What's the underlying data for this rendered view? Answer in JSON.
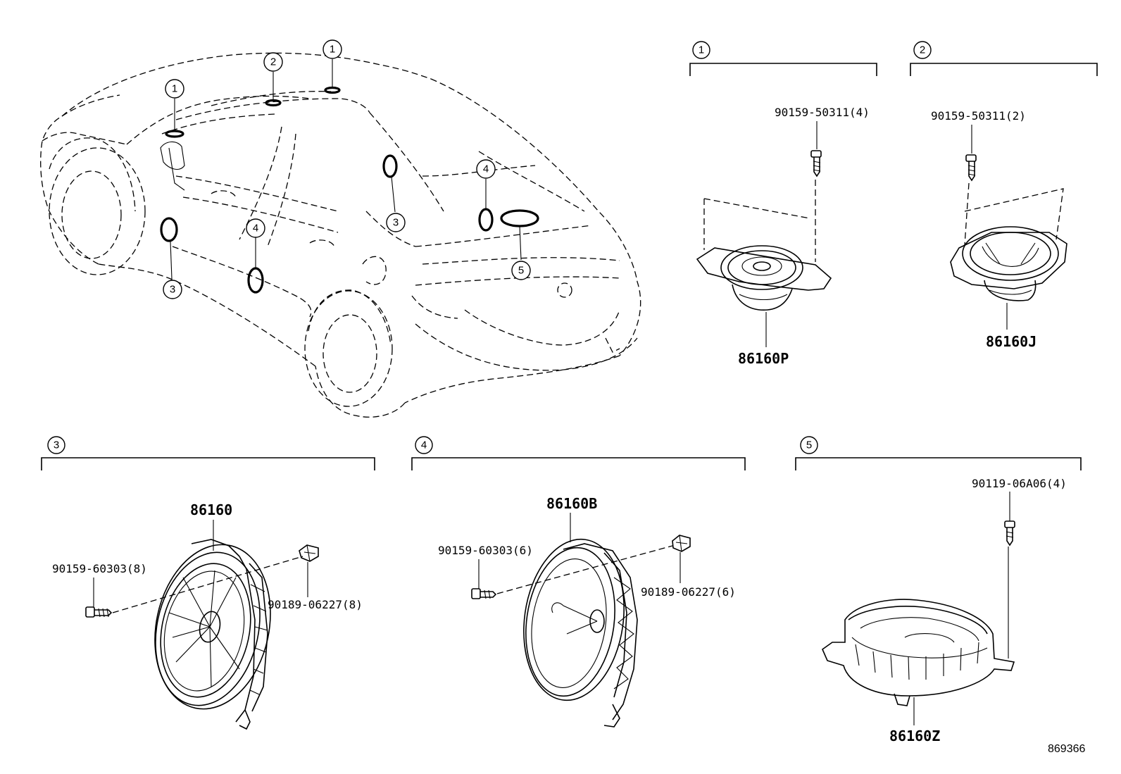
{
  "diagram_ref": "869366",
  "car_callouts": [
    "1",
    "2",
    "1",
    "3",
    "4",
    "3",
    "4",
    "5"
  ],
  "groups": [
    {
      "id": "1",
      "fastener": "90159-50311(4)",
      "part": "86160P"
    },
    {
      "id": "2",
      "fastener": "90159-50311(2)",
      "part": "86160J"
    },
    {
      "id": "3",
      "screw": "90159-60303(8)",
      "clip": "90189-06227(8)",
      "part": "86160"
    },
    {
      "id": "4",
      "screw": "90159-60303(6)",
      "clip": "90189-06227(6)",
      "part": "86160B"
    },
    {
      "id": "5",
      "fastener": "90119-06A06(4)",
      "part": "86160Z"
    }
  ]
}
